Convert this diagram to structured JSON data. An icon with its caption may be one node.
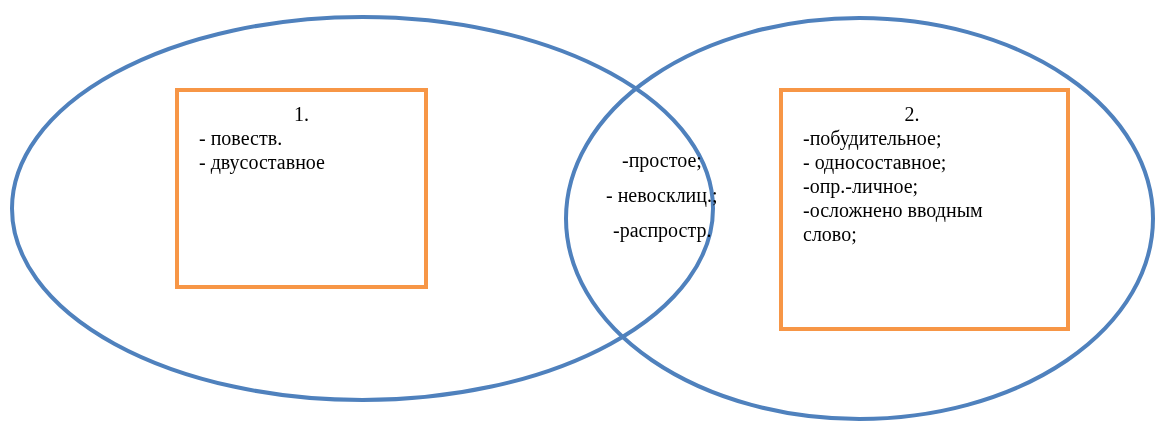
{
  "diagram": {
    "nodes": [
      {
        "text": [],
        "shape": "ellipse"
      },
      {
        "text": [],
        "shape": "ellipse"
      },
      {
        "text": [
          "1.",
          "- повеств.",
          "- двусоставное"
        ],
        "in": 0
      },
      {
        "text": [
          "2.",
          "-побудительное;",
          "- односоставное;",
          "-опр.-личное;",
          "-осложнено вводным слово;"
        ],
        "in": 1
      }
    ],
    "edges": [],
    "labels": [
      "-простое;",
      "- невосклиц.;",
      "-распростр."
    ]
  }
}
